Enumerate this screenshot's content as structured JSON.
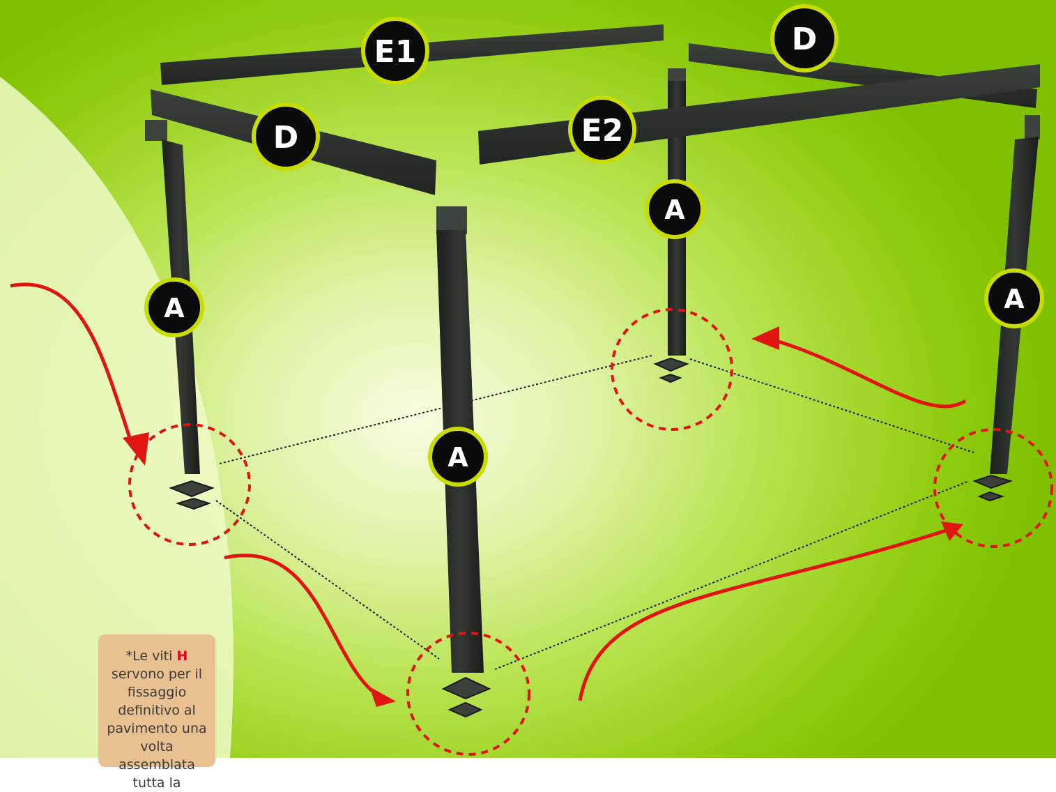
{
  "labels": {
    "beam_e1": "E1",
    "beam_e2": "E2",
    "beam_d_left": "D",
    "beam_d_right": "D",
    "post_front_left": "A",
    "post_front_center": "A",
    "post_back": "A",
    "post_right": "A"
  },
  "note": {
    "prefix": "*Le viti ",
    "highlight": "H",
    "rest": " servono per il fissaggio definitivo al pavimento una volta assemblata tutta la"
  },
  "colors": {
    "post": "#262a26",
    "badge_fill": "#0a0a0a",
    "badge_ring": "#c8dc00",
    "arrow": "#e01410",
    "highlight": "#e4001b",
    "note_bg": "#e9c08f"
  }
}
